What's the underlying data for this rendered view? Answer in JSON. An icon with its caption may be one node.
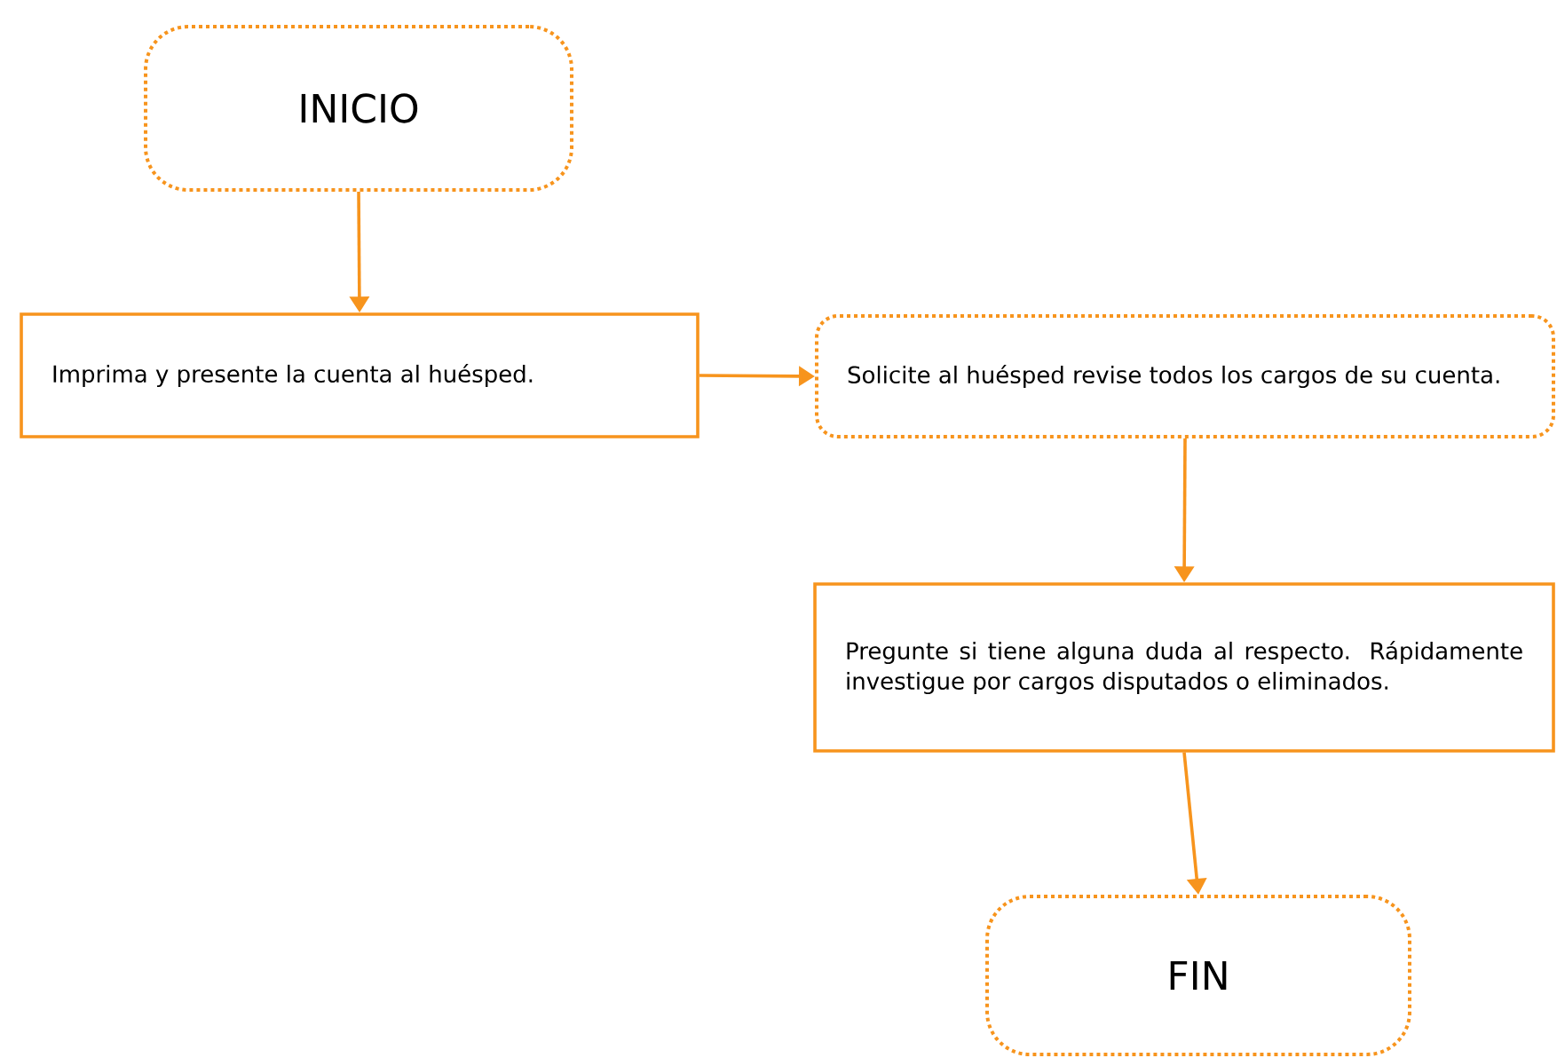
{
  "diagram": {
    "nodes": [
      {
        "text": [
          "INICIO"
        ]
      },
      {
        "text": [
          "Imprima y presente la cuenta al huésped."
        ]
      },
      {
        "text": [
          "Solicite al huésped revise todos los cargos de su cuenta."
        ]
      },
      {
        "text": [
          "Pregunte si tiene alguna duda al respecto. Rápidamente investigue por cargos disputados o eliminados."
        ]
      },
      {
        "text": [
          "FIN"
        ]
      }
    ],
    "edges": [
      {
        "from": 0,
        "to": 1,
        "arrow": "to"
      },
      {
        "from": 1,
        "to": 2,
        "arrow": "to"
      },
      {
        "from": 2,
        "to": 3,
        "arrow": "to"
      },
      {
        "from": 3,
        "to": 4,
        "arrow": "to"
      }
    ]
  }
}
